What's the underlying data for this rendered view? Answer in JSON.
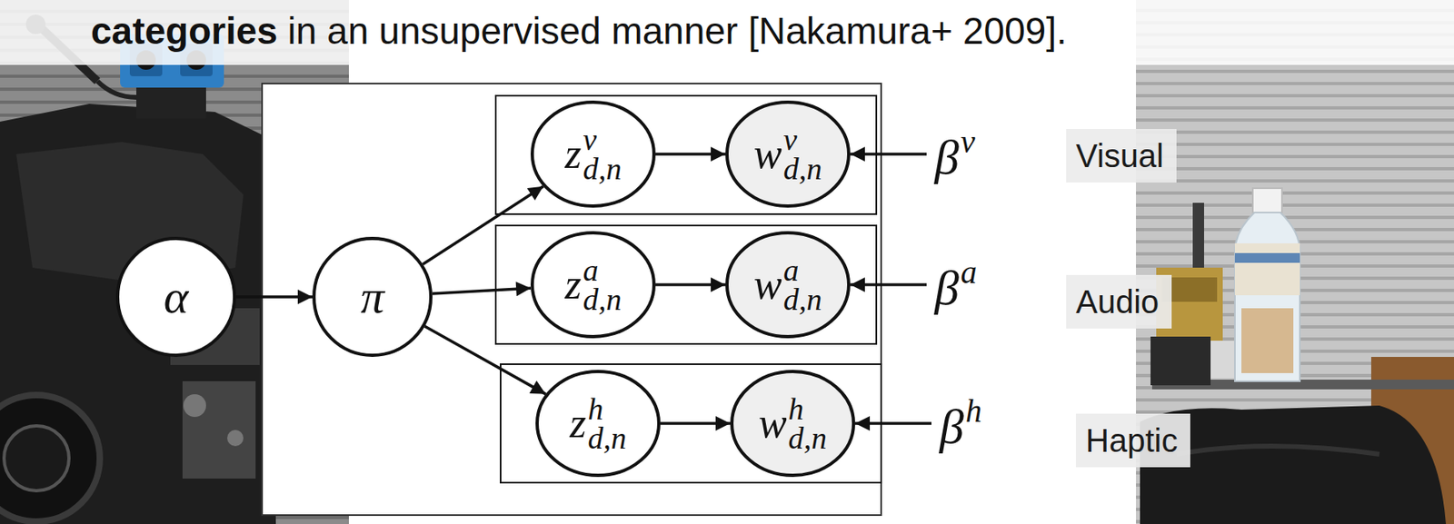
{
  "diagram": {
    "nodes": [
      {
        "text": [
          "α"
        ]
      },
      {
        "text": [
          "π"
        ]
      },
      {
        "text": [
          "z",
          "v",
          "d,n"
        ]
      },
      {
        "text": [
          "w",
          "v",
          "d,n"
        ]
      },
      {
        "text": [
          "z",
          "a",
          "d,n"
        ]
      },
      {
        "text": [
          "w",
          "a",
          "d,n"
        ]
      },
      {
        "text": [
          "z",
          "h",
          "d,n"
        ]
      },
      {
        "text": [
          "w",
          "h",
          "d,n"
        ]
      }
    ],
    "edges": [
      {
        "from": 0,
        "to": 1,
        "arrow": "to"
      },
      {
        "from": 1,
        "to": 2,
        "arrow": "to"
      },
      {
        "from": 1,
        "to": 4,
        "arrow": "to"
      },
      {
        "from": 1,
        "to": 6,
        "arrow": "to"
      },
      {
        "from": 2,
        "to": 3,
        "arrow": "to"
      },
      {
        "from": 4,
        "to": 5,
        "arrow": "to"
      },
      {
        "from": 6,
        "to": 7,
        "arrow": "to"
      }
    ],
    "labels": [
      "categories",
      "in an unsupervised manner [Nakamura+ 2009].",
      "β",
      "v",
      "Visual",
      "β",
      "a",
      "Audio",
      "β",
      "h",
      "Haptic"
    ]
  }
}
